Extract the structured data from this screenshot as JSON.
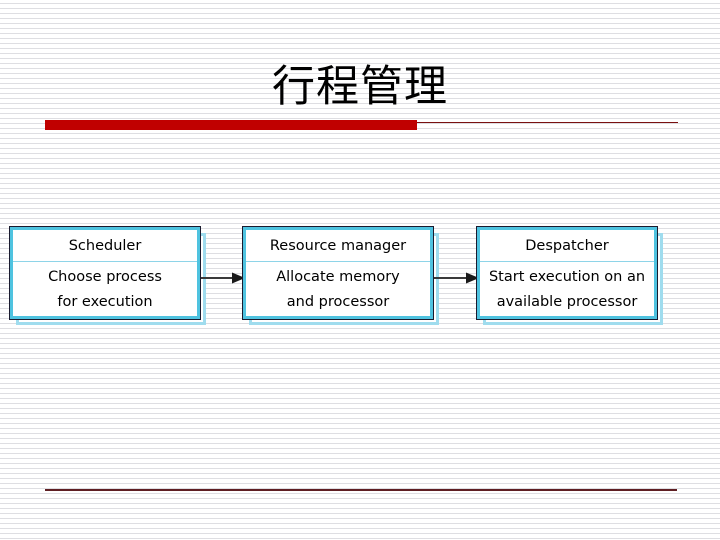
{
  "slide": {
    "title": "行程管理",
    "accent_color": "#c00000",
    "rule_color": "#5e1f23",
    "background_color": "#ffffff"
  },
  "diagram": {
    "type": "flowchart",
    "orientation": "left-to-right",
    "node_border_color": "#4fc3e0",
    "node_shadow_color": "#9fdcee",
    "arrow_color": "#3a3a3a",
    "nodes": [
      {
        "header": "Scheduler",
        "body_lines": [
          "Choose process",
          "for execution"
        ]
      },
      {
        "header": "Resource manager",
        "body_lines": [
          "Allocate memory",
          "and processor"
        ]
      },
      {
        "header": "Despatcher",
        "body_lines": [
          "Start execution on an",
          "available processor"
        ]
      }
    ],
    "arrows": [
      {
        "from": "Scheduler",
        "to": "Resource manager"
      },
      {
        "from": "Resource manager",
        "to": "Despatcher"
      }
    ]
  }
}
